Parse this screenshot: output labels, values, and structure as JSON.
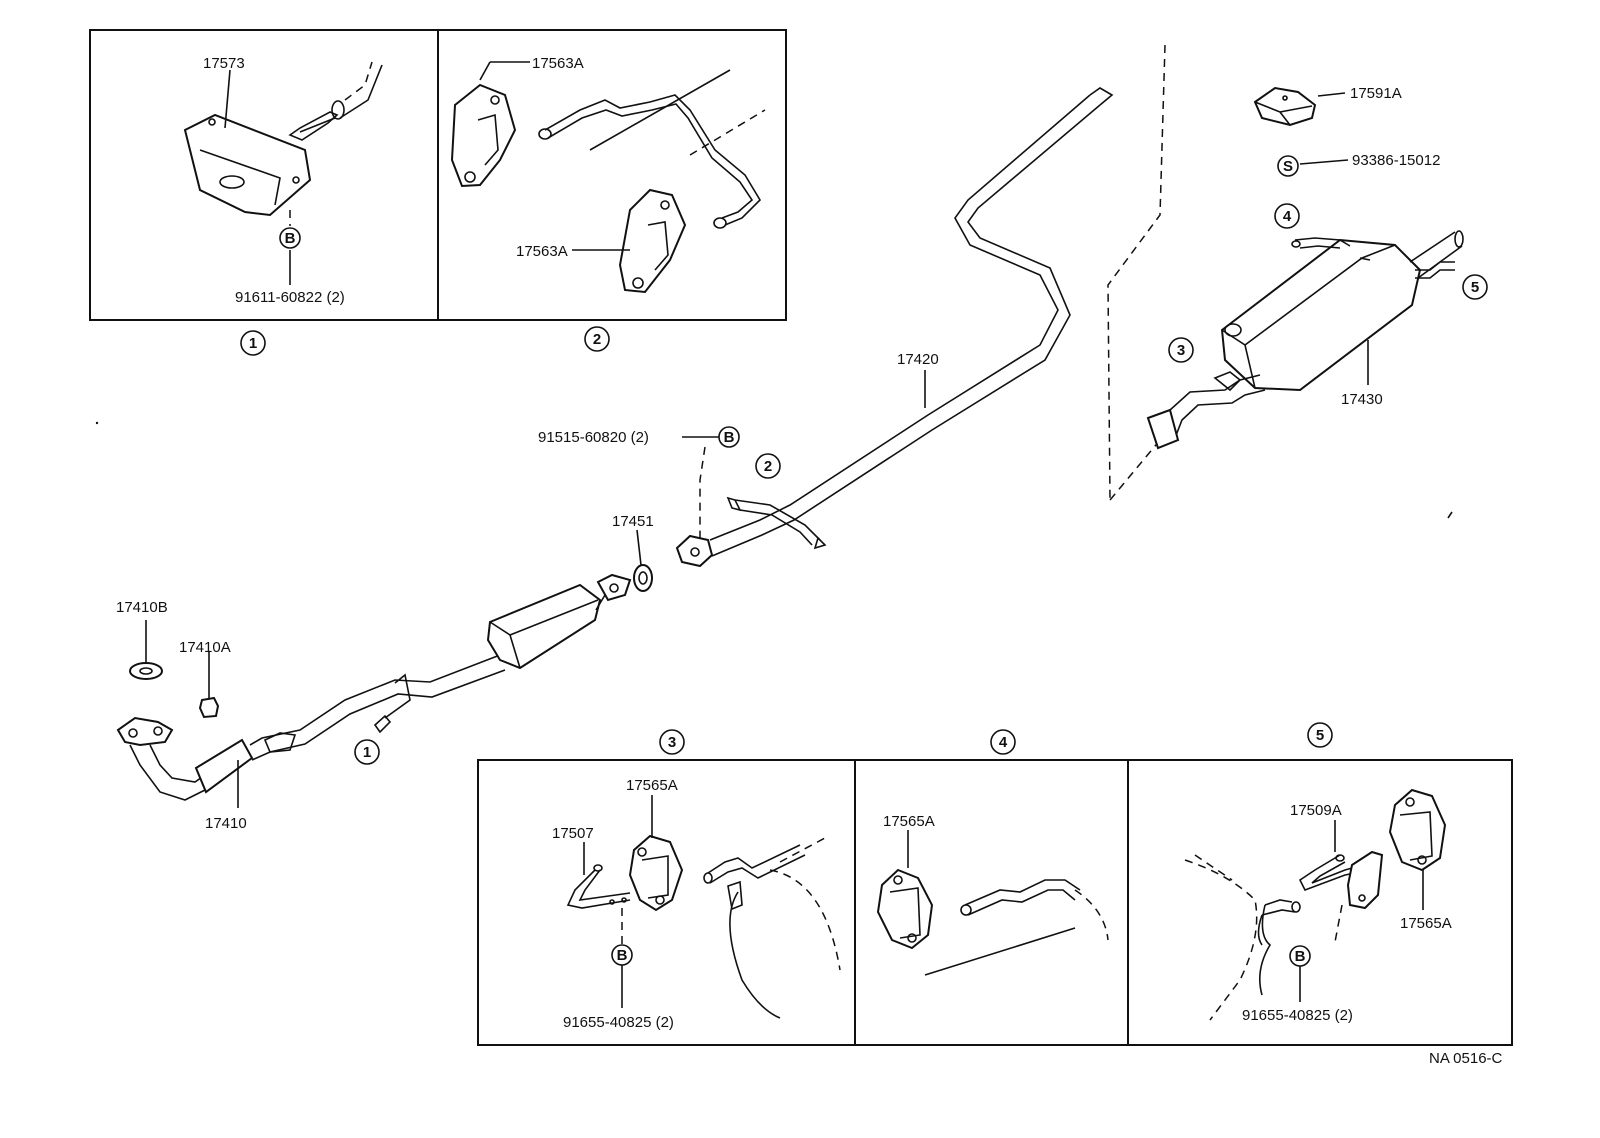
{
  "labels": {
    "p17573": "17573",
    "p17563a_top": "17563A",
    "p17563a_mid": "17563A",
    "p91611": "91611-60822 (2)",
    "p17591a": "17591A",
    "p93386": "93386-15012",
    "p17420": "17420",
    "p17430": "17430",
    "p91515": "91515-60820 (2)",
    "p17451": "17451",
    "p17410b": "17410B",
    "p17410a": "17410A",
    "p17410": "17410",
    "p17507": "17507",
    "p17565a_3": "17565A",
    "p91655_3": "91655-40825 (2)",
    "p17565a_4": "17565A",
    "p17509a": "17509A",
    "p17565a_5": "17565A",
    "p91655_5": "91655-40825 (2)",
    "ref": "NA 0516-C"
  },
  "markers": {
    "b": "B",
    "s": "S",
    "n1": "1",
    "n2": "2",
    "n3": "3",
    "n4": "4",
    "n5": "5"
  }
}
